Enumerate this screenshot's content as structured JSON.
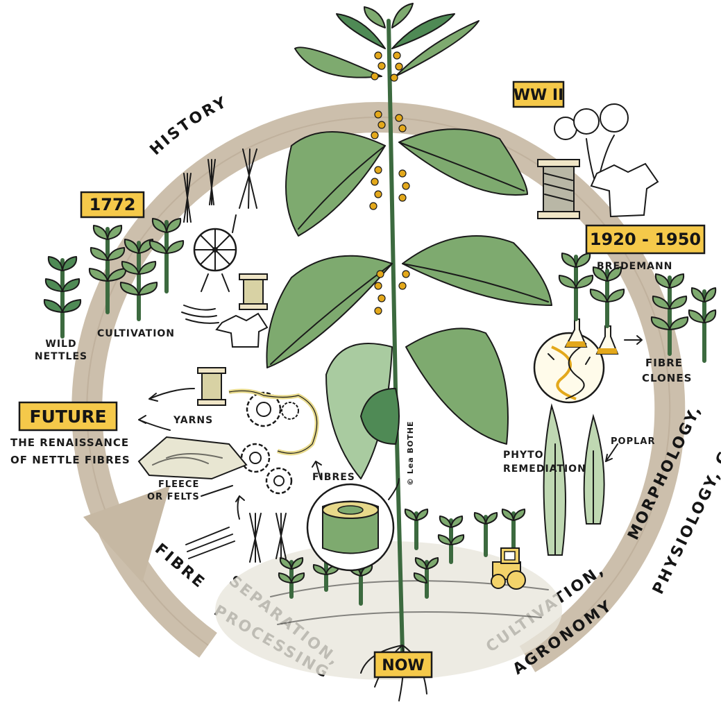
{
  "cycle": {
    "history": "HISTORY",
    "morphology": "MORPHOLOGY,",
    "physiology": "PHYSIOLOGY, GENETICS",
    "cultivation_arc": "CULTIVATION,",
    "agronomy": "AGRONOMY",
    "fibre": "FIBRE",
    "separation": "SEPARATION,",
    "processing": "PROCESSING"
  },
  "eras": {
    "y1772": "1772",
    "ww2": "WW II",
    "bredemann_years": "1920 - 1950",
    "future": "FUTURE",
    "now": "NOW"
  },
  "labels": {
    "wild": "WILD",
    "nettles": "NETTLES",
    "cultivation": "CULTIVATION",
    "bredemann": "BREDEMANN",
    "fibre": "FIBRE",
    "clones": "CLONES",
    "poplar": "POPLAR",
    "phyto": "PHYTO",
    "remediation": "REMEDIATION",
    "renaissance_1": "THE RENAISSANCE",
    "renaissance_2": "OF NETTLE FIBRES",
    "yarns": "YARNS",
    "fibres": "FIBRES",
    "fleece": "FLEECE",
    "or_felts": "OR FELTS",
    "credit": "© Lea BOTHE"
  },
  "colors": {
    "cycle_arrow": "#c6b8a3",
    "tag_fill": "#f5c94a",
    "leaf": "#7eaa6f",
    "seed": "#e3a81b"
  }
}
